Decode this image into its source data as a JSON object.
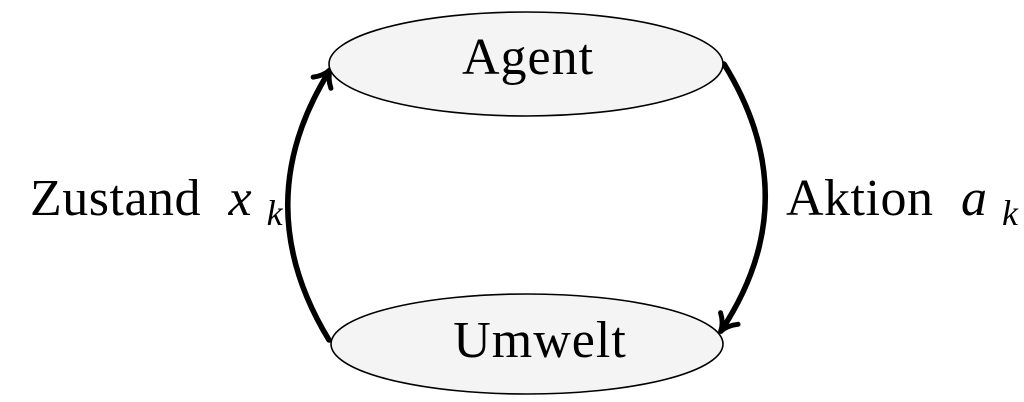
{
  "diagram": {
    "type": "cycle",
    "nodes": {
      "agent": {
        "label": "Agent"
      },
      "environment": {
        "label": "Umwelt"
      }
    },
    "edges": {
      "state": {
        "word": "Zustand",
        "symbol": "x",
        "subscript": "k",
        "from": "environment",
        "to": "agent"
      },
      "action": {
        "word": "Aktion",
        "symbol": "a",
        "subscript": "k",
        "from": "agent",
        "to": "environment"
      }
    },
    "colors": {
      "background": "#ffffff",
      "node_fill": "#f4f4f4",
      "line": "#000000"
    }
  }
}
